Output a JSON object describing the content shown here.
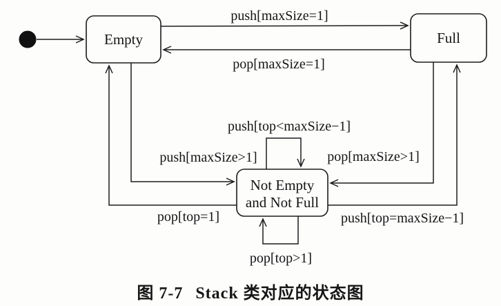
{
  "figure": {
    "type": "uml-state-diagram",
    "subject": "Stack"
  },
  "states": {
    "initial": {
      "icon": "initial-state-filled-circle"
    },
    "empty": {
      "label": "Empty"
    },
    "full": {
      "label": "Full"
    },
    "not_empty_not_full": {
      "line1": "Not Empty",
      "line2": "and Not Full"
    }
  },
  "transitions": {
    "empty_to_full": "push[maxSize=1]",
    "full_to_empty": "pop[maxSize=1]",
    "empty_to_middle": "push[maxSize>1]",
    "middle_to_empty": "pop[top=1]",
    "full_to_middle": "pop[maxSize>1]",
    "middle_to_full": "push[top=maxSize−1]",
    "middle_self_loop_top": "push[top<maxSize−1]",
    "middle_self_loop_bottom": "pop[top>1]"
  },
  "caption": {
    "figure_label": "图 7-7",
    "title": "Stack 类对应的状态图"
  },
  "colors": {
    "line": "#1c1c1c",
    "state_fill": "#fdfdfc",
    "text": "#141414",
    "background": "#fdfdfc"
  }
}
